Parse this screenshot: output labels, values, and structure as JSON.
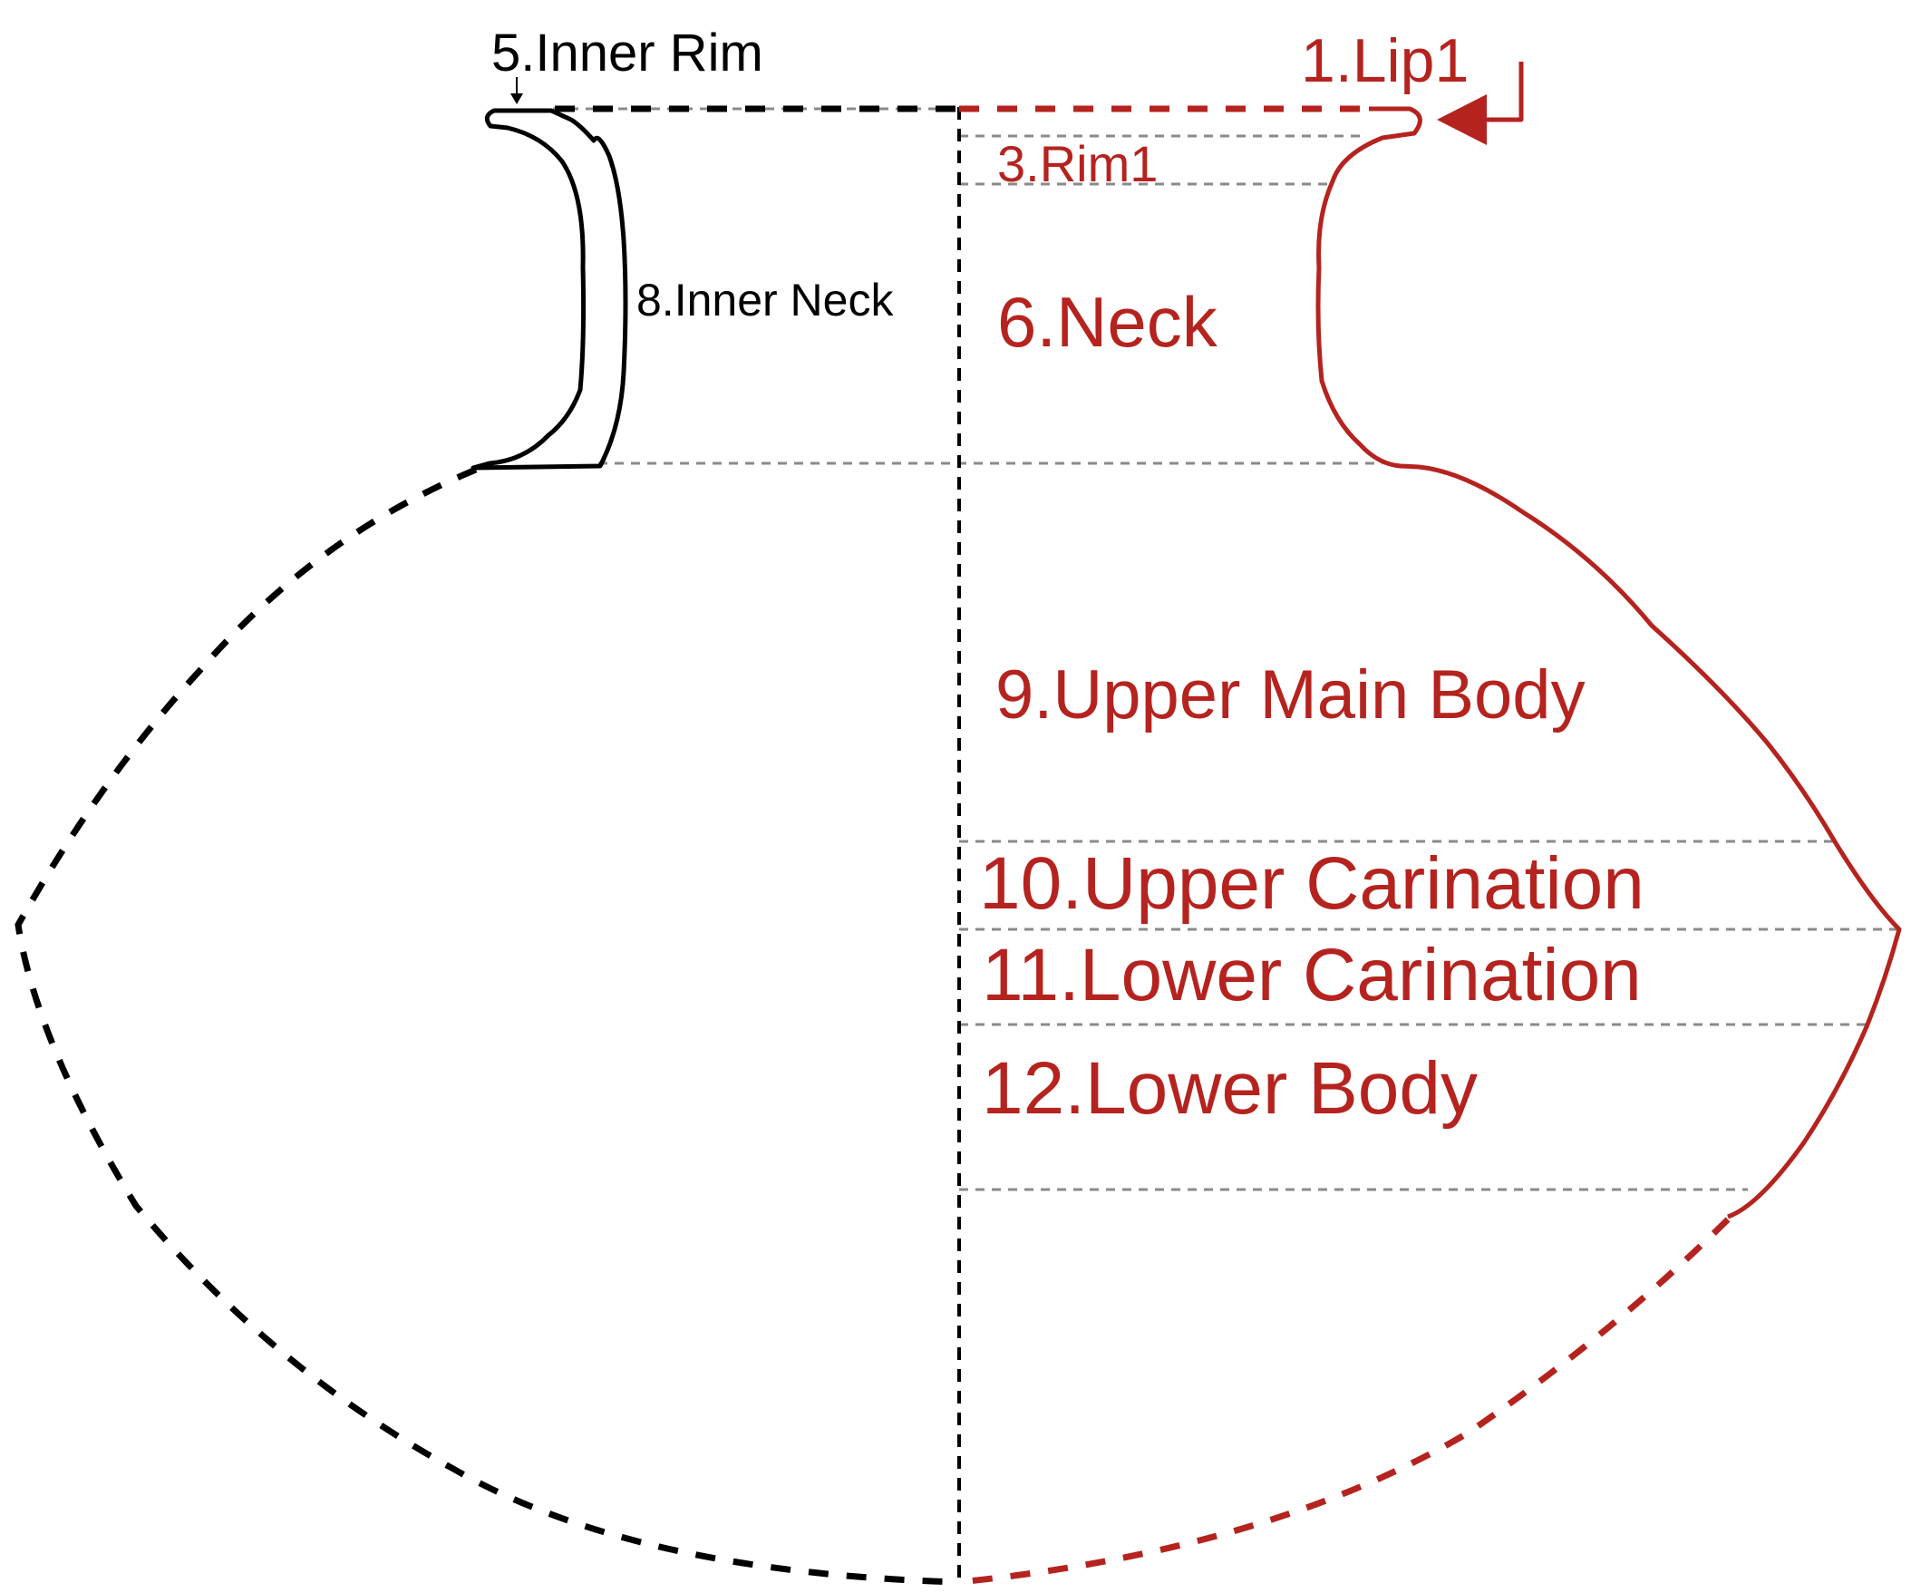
{
  "colors": {
    "red": "#b5231f",
    "black": "#000000",
    "guide": "#8a8a8a"
  },
  "labels": {
    "lip1": "1.Lip1",
    "rim1": "3.Rim1",
    "inner_rim": "5.Inner Rim",
    "neck": "6.Neck",
    "inner_neck": "8.Inner Neck",
    "upper_main_body": "9.Upper Main Body",
    "upper_carination": "10.Upper Carination",
    "lower_carination": "11.Lower Carination",
    "lower_body": "12.Lower Body"
  }
}
